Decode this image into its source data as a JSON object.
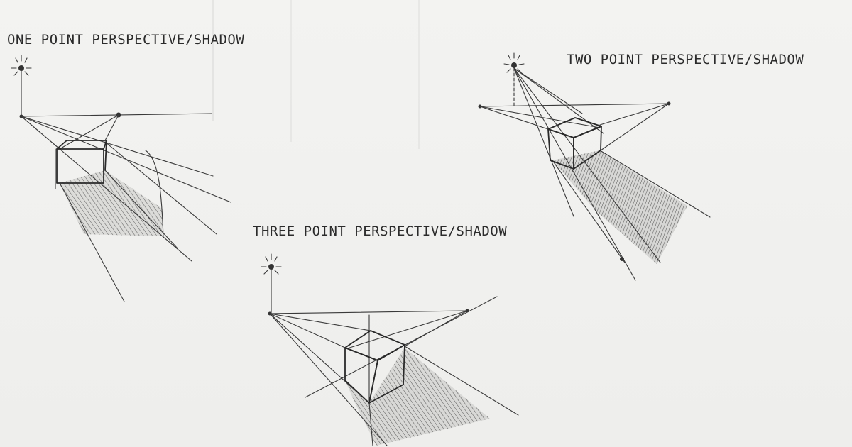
{
  "captions": {
    "one_point": "ONE POINT PERSPECTIVE/SHADOW",
    "two_point": "TWO POINT PERSPECTIVE/SHADOW",
    "three_point": "THREE POINT PERSPECTIVE/SHADOW"
  },
  "colors": {
    "paper": "#f1f1ef",
    "graphite": "#2b2b2b",
    "shadow": "#6a6a6a"
  },
  "icons": {
    "light_source": "light-bulb-icon"
  }
}
